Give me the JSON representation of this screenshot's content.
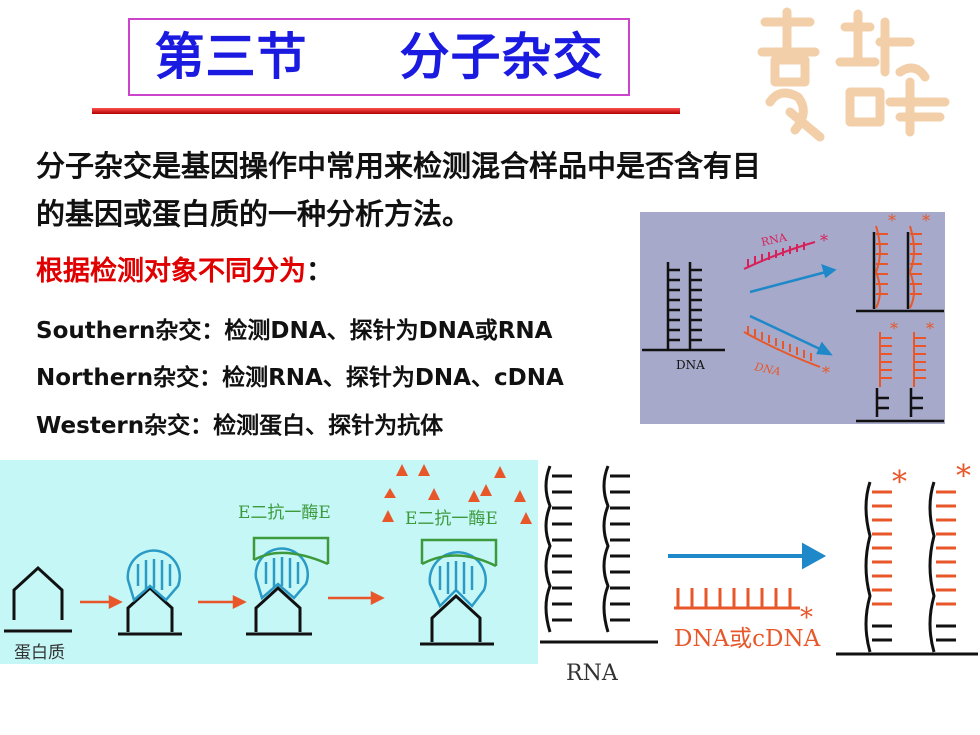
{
  "slide": {
    "title": "第三节     分子杂交",
    "intro": [
      "分子杂交是基因操作中常用来检测混合样品中是否含有目",
      "的基因或蛋白质的一种分析方法。"
    ],
    "category_heading": "根据检测对象不同分为",
    "category_colon": "：",
    "items": [
      "Southern杂交：检测DNA、探针为DNA或RNA",
      "Northern杂交：检测RNA、探针为DNA、cDNA",
      "Western杂交：检测蛋白、探针为抗体"
    ]
  },
  "figure_hybridization": {
    "label_rna": "RNA",
    "label_dna": "DNA",
    "label_dna_probe": "DNA"
  },
  "figure_western": {
    "label_protein": "蛋白质",
    "label_antibody_1": "E二抗一酶E",
    "label_antibody_2": "E二抗一酶E"
  },
  "figure_northern": {
    "label_rna": "RNA",
    "label_probe": "DNA或cDNA"
  },
  "colors": {
    "title": "#1a1ae0",
    "accent_red": "#e00000",
    "probe": "#e8572a",
    "arrow_blue": "#1f88c9",
    "antibody_green": "#3c9a3c"
  }
}
